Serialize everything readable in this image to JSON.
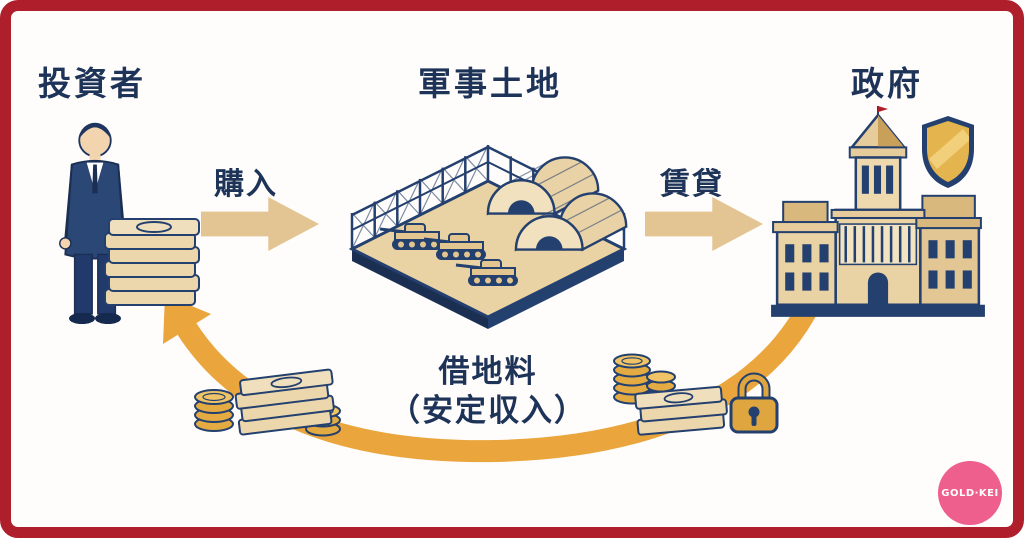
{
  "type": "flow-diagram",
  "colors": {
    "frame_red": "#ae1f2b",
    "navy": "#24406e",
    "navy_dark": "#1b2f52",
    "tan": "#e9d2a4",
    "tan_arrow": "#e3c493",
    "gold": "#dfa63f",
    "orange_arrow": "#eaa53c",
    "logo_pink": "#ee5f8e",
    "text": "#1e3358"
  },
  "nodes": {
    "investor": {
      "label": "投資者"
    },
    "military_land": {
      "label": "軍事土地"
    },
    "government": {
      "label": "政府"
    }
  },
  "flows": {
    "purchase": {
      "label": "購入",
      "from": "投資者",
      "to": "軍事土地"
    },
    "lease": {
      "label": "賃貸",
      "from": "軍事土地",
      "to": "政府"
    },
    "ground_rent": {
      "line1": "借地料",
      "line2": "（安定収入）",
      "from": "政府",
      "to": "投資者"
    }
  },
  "icons": {
    "investor": "businessman-with-banknotes",
    "military_land": "fenced-military-base-with-hangars-and-tanks",
    "government": "government-building",
    "security": "shield",
    "payment": "coins-and-banknotes",
    "secure_income": "padlock"
  },
  "logo": {
    "text": "GOLD·KEI"
  }
}
